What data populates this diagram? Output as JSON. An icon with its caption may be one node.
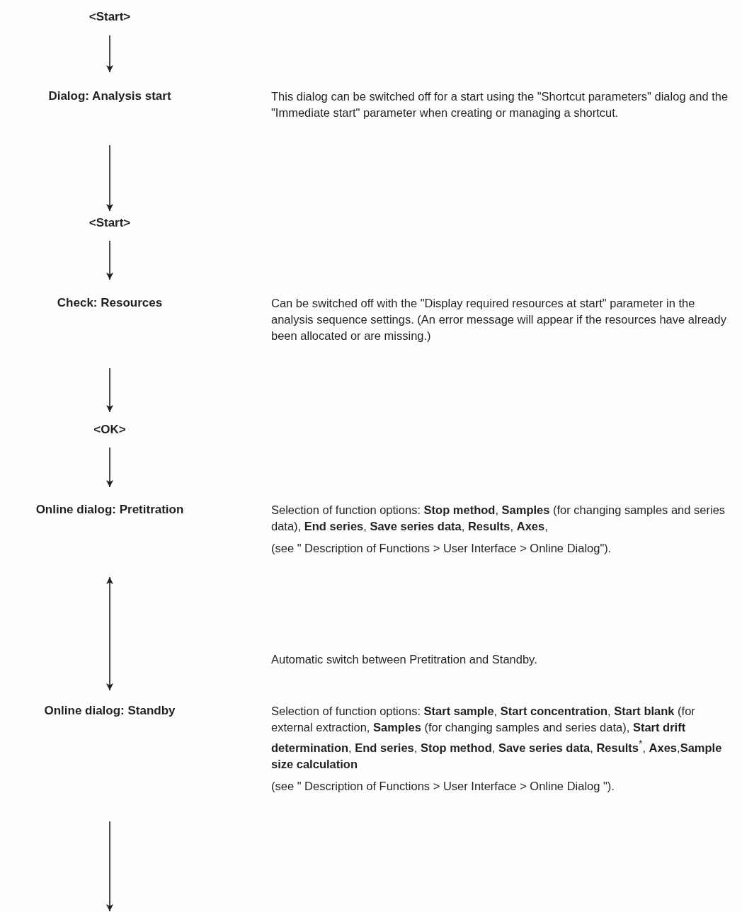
{
  "diagram": {
    "nodes": [
      {
        "text": [
          "<Start>"
        ]
      },
      {
        "text": [
          "Dialog: Analysis start"
        ],
        "beside": [
          "This dialog can be switched off for a start using the \"Shortcut parameters\" dialog and the \"Immediate start\" parameter when creating or managing a shortcut."
        ]
      },
      {
        "text": [
          "<Start>"
        ]
      },
      {
        "text": [
          "Check: Resources"
        ],
        "beside": [
          "Can be switched off with the \"Display required resources at start\" parameter in the analysis sequence settings. (An error message will appear if the resources have already been allocated or are missing.)"
        ]
      },
      {
        "text": [
          "<OK>"
        ]
      },
      {
        "text": [
          "Online dialog: Pretitration"
        ],
        "beside": [
          "Selection of function options: **Stop method**, **Samples** (for changing samples and series data), **End series**, **Save series data**, **Results**, **Axes**,",
          "(see \" Description of Functions > User Interface > Online Dialog\")."
        ]
      },
      {
        "text": [
          "Online dialog: Standby"
        ],
        "beside": [
          "Selection of function options: **Start sample**, **Start concentration**, **Start blank** (for external extraction, **Samples** (for changing samples and series data), **Start drift determination**, **End series**, **Stop method**, **Save series data**, **Results**$^{*}$, **Axes**,**Sample size calculation**",
          "(see \" Description of Functions > User Interface > Online Dialog \")."
        ]
      }
    ],
    "edges": [
      {
        "from": 0,
        "to": 1,
        "arrow": "to"
      },
      {
        "from": 1,
        "to": 2,
        "arrow": "to"
      },
      {
        "from": 2,
        "to": 3,
        "arrow": "to"
      },
      {
        "from": 3,
        "to": 4,
        "arrow": "to"
      },
      {
        "from": 4,
        "to": 5,
        "arrow": "to"
      },
      {
        "from": 5,
        "to": 6,
        "arrow": "both"
      },
      {
        "from": 6,
        "to": null,
        "arrow": "to"
      }
    ],
    "labels": [
      "Automatic switch between Pretitration and Standby."
    ]
  }
}
